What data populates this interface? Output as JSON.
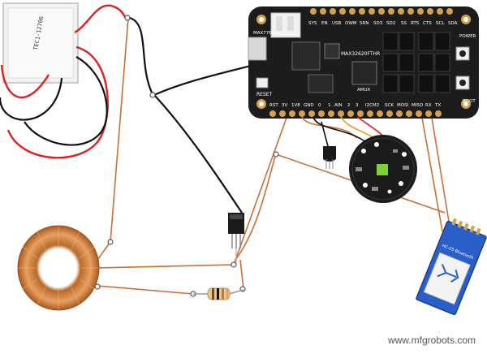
{
  "peltier": {
    "label": "TEC1-12706"
  },
  "board": {
    "top_labels": [
      "SYS",
      "EN",
      "USB",
      "OWM",
      "SRN",
      "SD3",
      "SD2",
      "SS",
      "RTS",
      "CTS",
      "SCL",
      "SDA"
    ],
    "bottom_labels": [
      "RST",
      "3V",
      "1V8",
      "GND",
      "0",
      "1",
      "AIN",
      "2",
      "3",
      "I2CM2",
      "SCK",
      "MOSI",
      "MISO",
      "RX",
      "TX"
    ],
    "chip1": "MAX77650",
    "chip2": "MAX32620FTHR",
    "reset": "RESET",
    "power": "POWER",
    "boot": "BOOT",
    "amux": "AMUX"
  },
  "bluetooth": {
    "label": "HC-05 Bluetooth"
  },
  "watermark": "www.mfgrobots.com",
  "colors": {
    "copper": "#c8703a",
    "red_wire": "#e02020",
    "black_wire": "#111111",
    "board": "#1c1c1c",
    "gold": "#d4a24a",
    "sensor_green": "#7fd13a",
    "bt_blue": "#2a5ec8"
  }
}
